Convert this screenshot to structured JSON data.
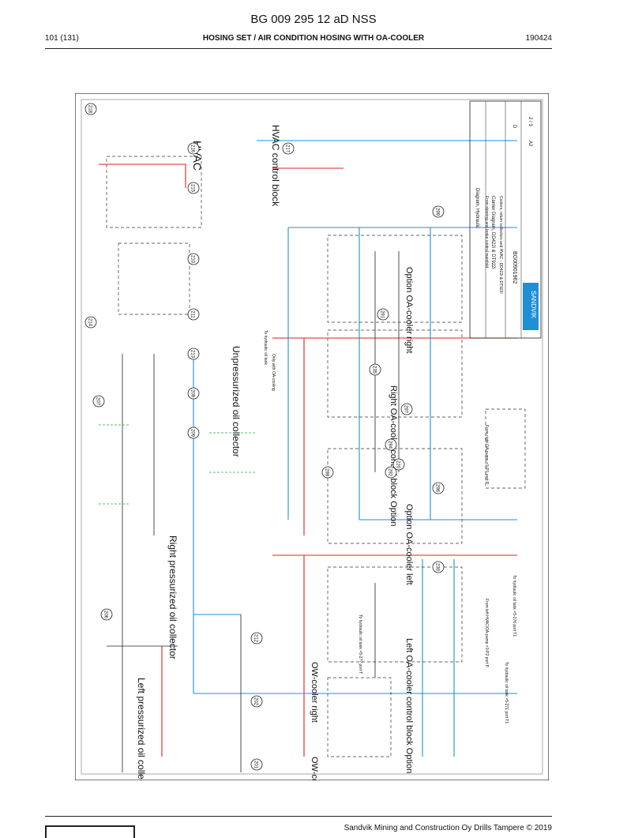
{
  "document": {
    "title": "BG 009 295 12 aD NSS",
    "page": "101 (131)",
    "section": "HOSING SET / AIR CONDITION HOSING WITH OA-COOLER",
    "date": "190424",
    "footer": "Sandvik Mining and Construction Oy Drills Tampere © 2019"
  },
  "components": [
    {
      "id": "hvac",
      "label": "HVAC"
    },
    {
      "id": "hvac_block",
      "label": "HVAC control block"
    },
    {
      "id": "unpress",
      "label": "Unpressurized oil collector"
    },
    {
      "id": "right_pc",
      "label": "Right pressurized oil collector"
    },
    {
      "id": "left_pc",
      "label": "Left pressurized oil collector"
    },
    {
      "id": "oa_right",
      "label": "Option OA-cooler right"
    },
    {
      "id": "oa_right_cb",
      "label": "Right OA-cooler control block Option"
    },
    {
      "id": "oa_left",
      "label": "Option OA-cooler left"
    },
    {
      "id": "oa_left_cb",
      "label": "Left OA-cooler control block Option"
    },
    {
      "id": "ow_right",
      "label": "OW-cooler right"
    },
    {
      "id": "ow_left",
      "label": "OW-cooler left"
    }
  ],
  "balloons": [
    "218",
    "216",
    "217",
    "215",
    "214",
    "210",
    "211",
    "213",
    "207",
    "208",
    "209",
    "206",
    "212",
    "299",
    "291",
    "235",
    "294",
    "292",
    "297",
    "220",
    "298",
    "296",
    "230",
    "202",
    "201"
  ],
  "notes": [
    "To hydraulic oil tank =5-276 port T1",
    "To hydraulic oil tank =5-2?? port T",
    "To hydraulic oil tank =5-271 port T1",
    "From right OA-pump =3-P1 port P",
    "From left HVAC/OA-pump =3-P2 port P",
    "From steering and brake control manifold",
    "To hydraulic oil tank",
    "Only with OA-cooling"
  ],
  "titleblock": {
    "company": "SANDVIK",
    "line1": "Diagram, Hydraulic",
    "line2": "Carrier Diagram, DD422i & DT922i",
    "line3": "Coolers, return collectors and HVAC - DD422i & DT922i",
    "doc_no": "BG00901962",
    "size": "A2",
    "revision": "D",
    "sheet": "2 / 3"
  },
  "colors": {
    "pressure_line": "#e02020",
    "return_line": "#1f8fd6",
    "pilot_line": "#2aa84a",
    "ink": "#222222"
  }
}
